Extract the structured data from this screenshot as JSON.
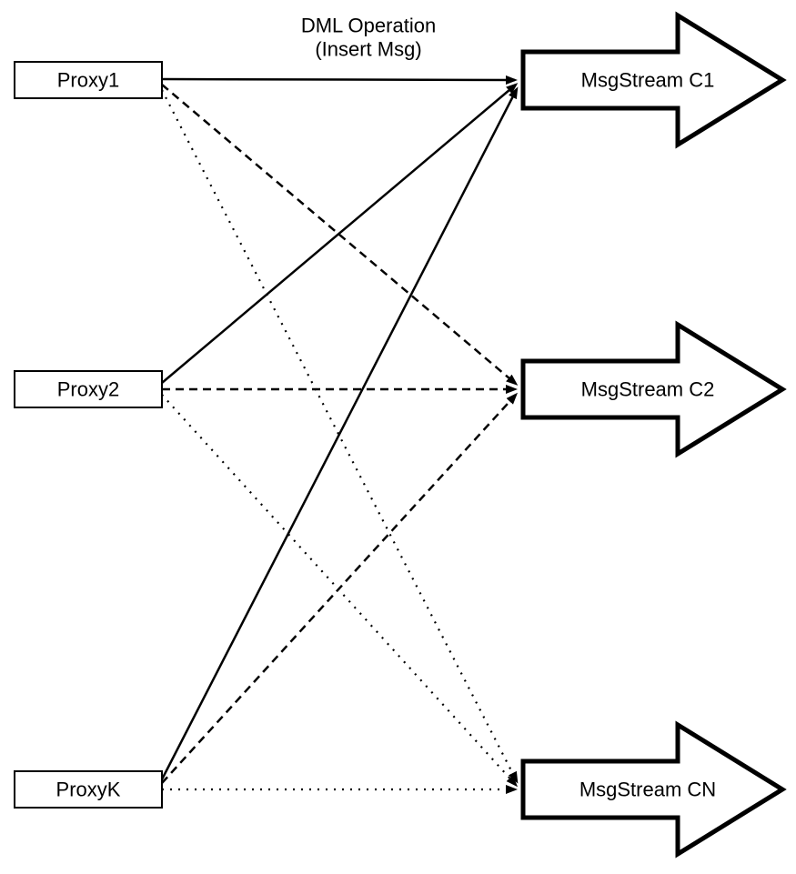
{
  "title": {
    "line1": "DML Operation",
    "line2": "(Insert Msg)"
  },
  "proxies": [
    {
      "id": "proxy1",
      "label": "Proxy1"
    },
    {
      "id": "proxy2",
      "label": "Proxy2"
    },
    {
      "id": "proxyK",
      "label": "ProxyK"
    }
  ],
  "streams": [
    {
      "id": "msgstream-c1",
      "label": "MsgStream C1"
    },
    {
      "id": "msgstream-c2",
      "label": "MsgStream C2"
    },
    {
      "id": "msgstream-cn",
      "label": "MsgStream CN"
    }
  ],
  "edges": [
    {
      "from": "Proxy1",
      "to": "MsgStream C1",
      "style": "solid"
    },
    {
      "from": "Proxy2",
      "to": "MsgStream C1",
      "style": "solid"
    },
    {
      "from": "ProxyK",
      "to": "MsgStream C1",
      "style": "solid"
    },
    {
      "from": "Proxy1",
      "to": "MsgStream C2",
      "style": "dashed"
    },
    {
      "from": "Proxy2",
      "to": "MsgStream C2",
      "style": "dashed"
    },
    {
      "from": "ProxyK",
      "to": "MsgStream C2",
      "style": "dashed"
    },
    {
      "from": "Proxy1",
      "to": "MsgStream CN",
      "style": "dotted"
    },
    {
      "from": "Proxy2",
      "to": "MsgStream CN",
      "style": "dotted"
    },
    {
      "from": "ProxyK",
      "to": "MsgStream CN",
      "style": "dotted"
    }
  ],
  "colors": {
    "stroke": "#000000",
    "fill": "#ffffff"
  }
}
